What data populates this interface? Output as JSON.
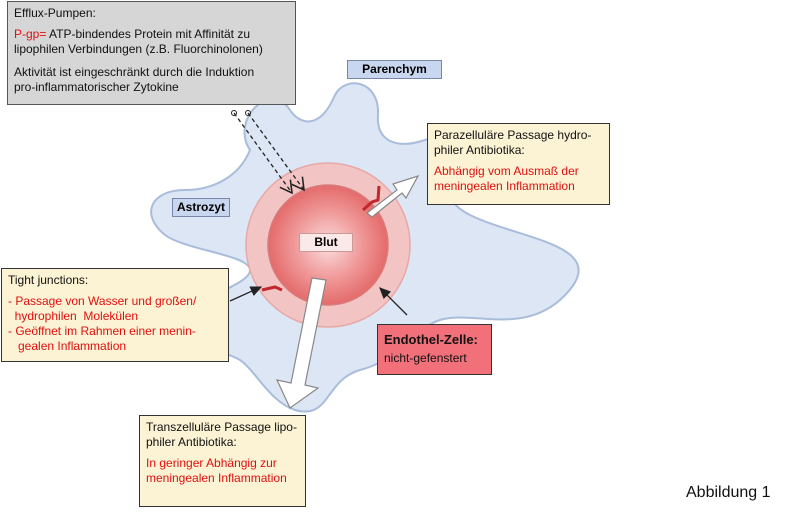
{
  "efflux": {
    "title": "Efflux-Pumpen:",
    "pgp_label": "P-gp=",
    "pgp_text_1": " ATP-bindendes Protein mit Affinität zu",
    "pgp_text_2": "lipophilen Verbindungen (z.B. Fluorchinolonen)",
    "activity_1": "Aktivität ist eingeschränkt durch die Induktion",
    "activity_2": "pro-inflammatorischer Zytokine"
  },
  "parenchym_label": "Parenchym",
  "astrozyt_label": "Astrozyt",
  "blut_label": "Blut",
  "parazellulaer": {
    "title_1": "Parazelluläre  Passage hydro-",
    "title_2": "philer Antibiotika:",
    "note_1": "Abhängig vom Ausmaß der",
    "note_2": "meningealen Inflammation"
  },
  "tight_junctions": {
    "title": "Tight junctions:",
    "item1_1": "- Passage von Wasser und großen/",
    "item1_2": "  hydrophilen  Molekülen",
    "item2_1": "- Geöffnet im Rahmen einer menin-",
    "item2_2": "   gealen Inflammation"
  },
  "endothel": {
    "title": "Endothel-Zelle:",
    "subtitle": "nicht-gefenstert"
  },
  "transzellulaer": {
    "title_1": "Transzelluläre  Passage lipo-",
    "title_2": "philer Antibiotika:",
    "note_1": "In geringer Abhängig  zur",
    "note_2": "meningealen Inflammation"
  },
  "figure_label": "Abbildung 1",
  "colors": {
    "astrocyte_fill": "#dce6f5",
    "astrocyte_stroke": "#a9bddb",
    "outer_ring": "#f2c4c4",
    "inner_circle": "#e98c8c",
    "note_box": "#fcf2d4",
    "grey_box": "#d6d6d6",
    "endothel_box": "#f2707a",
    "red_text": "#e01010"
  }
}
